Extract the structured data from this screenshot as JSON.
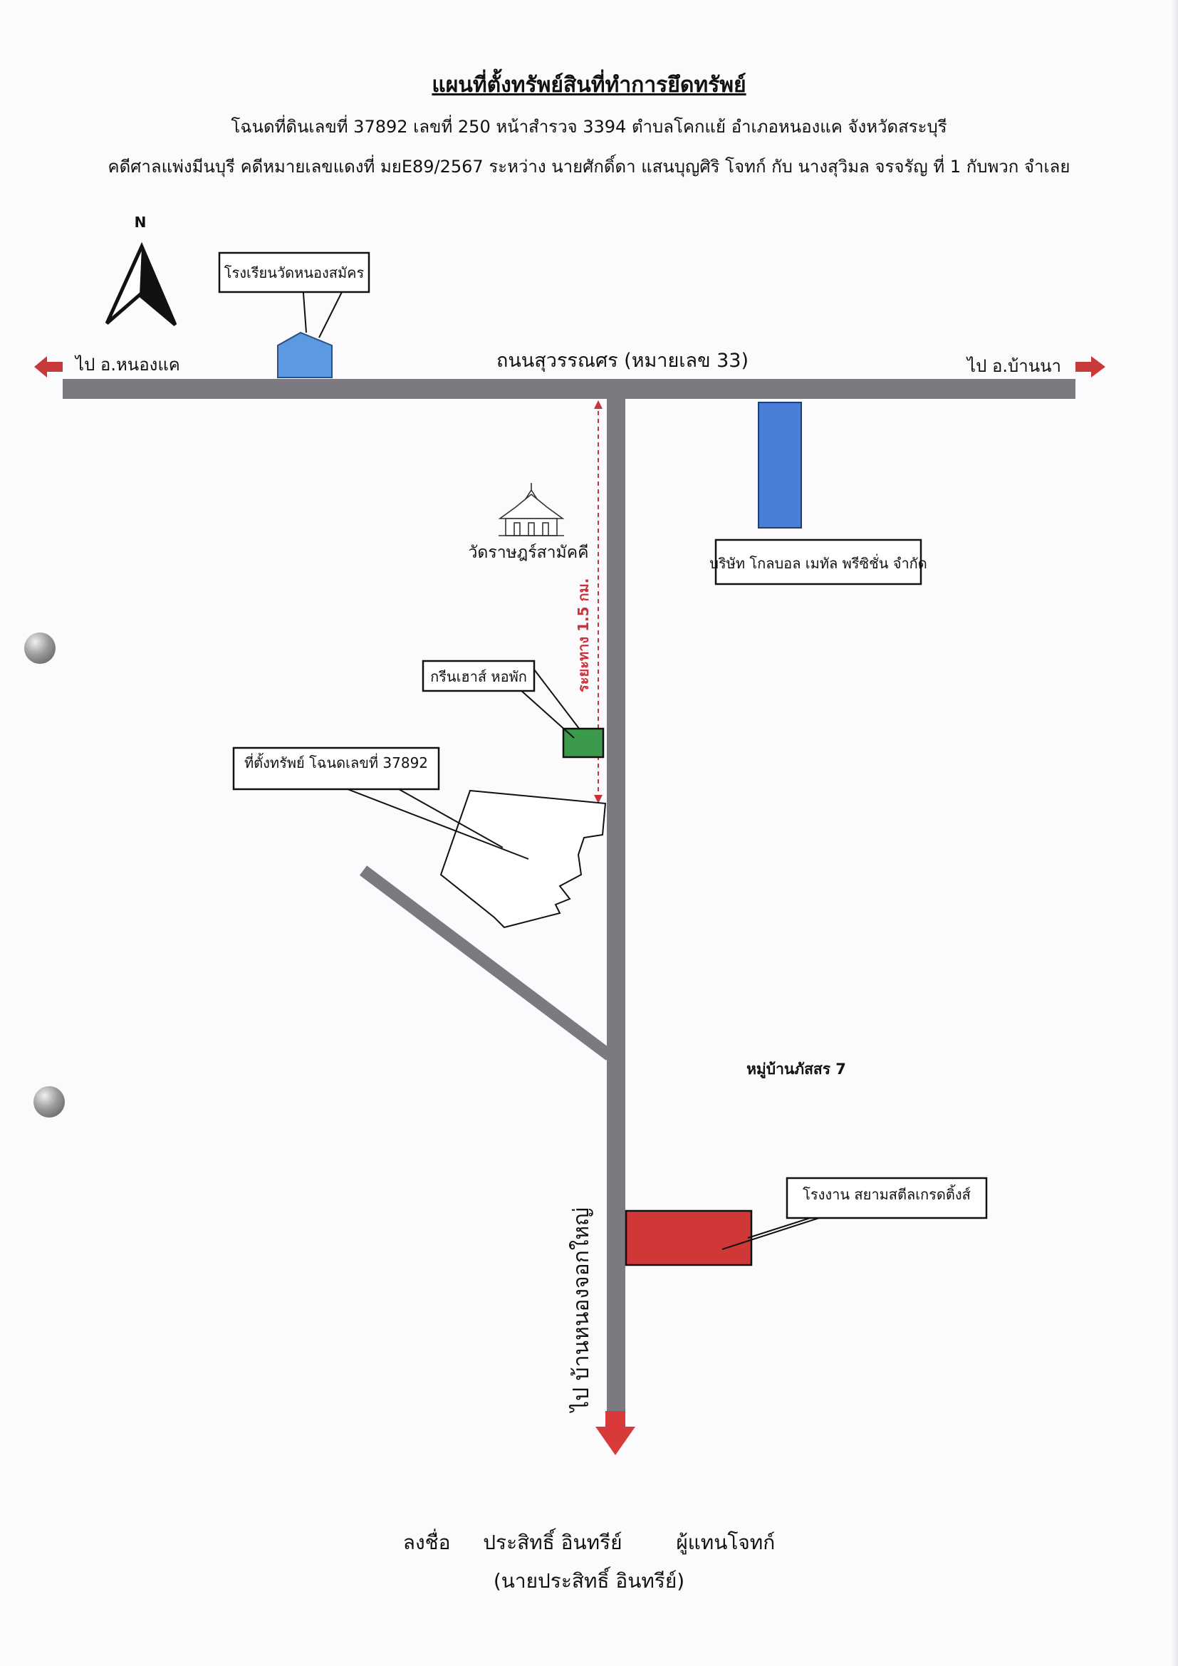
{
  "header": {
    "title": "แผนที่ตั้งทรัพย์สินที่ทำการยึดทรัพย์",
    "line1": "โฉนดที่ดินเลขที่ 37892  เลขที่ 250 หน้าสำรวจ 3394 ตำบลโคกแย้  อำเภอหนองแค จังหวัดสระบุรี",
    "line2": "คดีศาลแพ่งมีนบุรี คดีหมายเลขแดงที่ มยE89/2567 ระหว่าง นายศักดิ์ดา  แสนบุญศิริ โจทก์ กับ นางสุวิมล  จรจรัญ ที่ 1 กับพวก  จำเลย"
  },
  "compass": {
    "label": "N"
  },
  "roads": {
    "main_road": "ถนนสุวรรณศร (หมายเลข 33)",
    "to_west": "ไป อ.หนองแค",
    "to_east": "ไป อ.บ้านนา",
    "to_south": "ไป บ้านหนองจอกใหญ่",
    "distance": "ระยะทาง 1.5 กม."
  },
  "landmarks": {
    "school": "โรงเรียนวัดหนองสมัคร",
    "temple": "วัดราษฎร์สามัคคี",
    "company": "บริษัท โกลบอล เมทัล พรีซิชั่น จำกัด",
    "greenhouse": "กรีนเฮาส์ หอพัก",
    "property": "ที่ตั้งทรัพย์ โฉนดเลขที่ 37892",
    "village": "หมู่บ้านภัสสร 7",
    "factory": "โรงงาน สยามสตีลเกรดติ้งส์"
  },
  "signature": {
    "line1_label": "ลงชื่อ",
    "line1_name": "ประสิทธิ์  อินทรีย์",
    "line1_role": "ผู้แทนโจทก์",
    "line2": "(นายประสิทธิ์  อินทรีย์)"
  },
  "colors": {
    "road": "#7c7a80",
    "arrow": "#c83a3a",
    "school": "#5b9ae0",
    "company": "#4a7fd8",
    "greenhouse": "#3c9a4c",
    "factory": "#d03838",
    "distance": "#c8343c"
  }
}
